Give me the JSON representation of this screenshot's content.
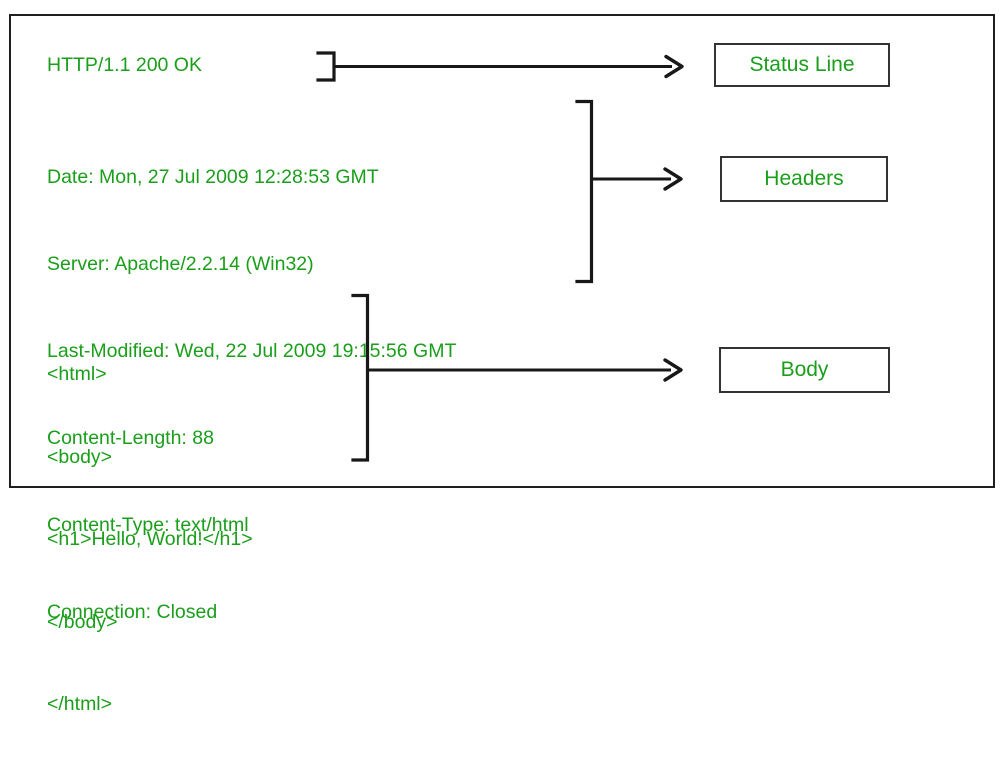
{
  "response": {
    "status_line": "HTTP/1.1 200 OK",
    "headers": [
      "Date: Mon, 27 Jul 2009 12:28:53 GMT",
      "Server: Apache/2.2.14 (Win32)",
      "Last-Modified: Wed, 22 Jul 2009 19:15:56 GMT",
      "Content-Length: 88",
      "Content-Type: text/html",
      "Connection: Closed"
    ],
    "body": [
      "<html>",
      "<body>",
      "<h1>Hello, World!</h1>",
      "</body>",
      "</html>"
    ]
  },
  "labels": {
    "status": "Status Line",
    "headers": "Headers",
    "body": "Body"
  },
  "colors": {
    "text_green": "#1b9e1b",
    "line_black": "#181818",
    "box_border": "#333333",
    "frame_border": "#1f1f1f"
  }
}
